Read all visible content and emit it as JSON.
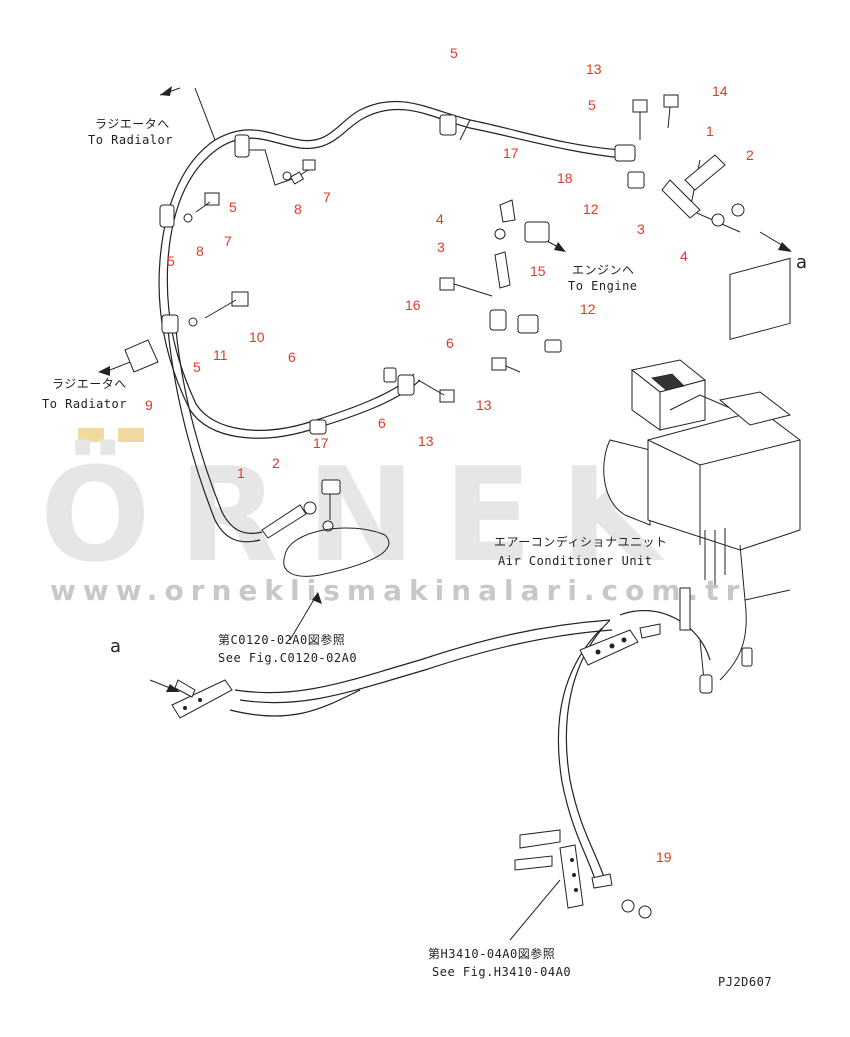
{
  "watermark": {
    "logo": "ÖRNEK",
    "url": "www.orneklismakinalari.com.tr"
  },
  "labels": {
    "to_radiator_top_jp": "ラジエータへ",
    "to_radiator_top_en": "To Radialor",
    "to_radiator_left_jp": "ラジエータへ",
    "to_radiator_left_en": "To Radiator",
    "to_engine_jp": "エンジンへ",
    "to_engine_en": "To Engine",
    "ac_unit_jp": "エアーコンディショナユニット",
    "ac_unit_en": "Air Conditioner Unit",
    "ref1_jp": "第C0120-02A0図参照",
    "ref1_en": "See Fig.C0120-02A0",
    "ref2_jp": "第H3410-04A0図参照",
    "ref2_en": "See Fig.H3410-04A0",
    "marker_a_right": "a",
    "marker_a_left": "a",
    "drawing_code": "PJ2D607"
  },
  "callouts": [
    "5",
    "13",
    "14",
    "5",
    "17",
    "18",
    "1",
    "2",
    "12",
    "3",
    "4",
    "4",
    "3",
    "16",
    "15",
    "12",
    "6",
    "13",
    "5",
    "7",
    "8",
    "7",
    "8",
    "5",
    "10",
    "11",
    "5",
    "9",
    "6",
    "6",
    "17",
    "13",
    "1",
    "2",
    "19"
  ]
}
